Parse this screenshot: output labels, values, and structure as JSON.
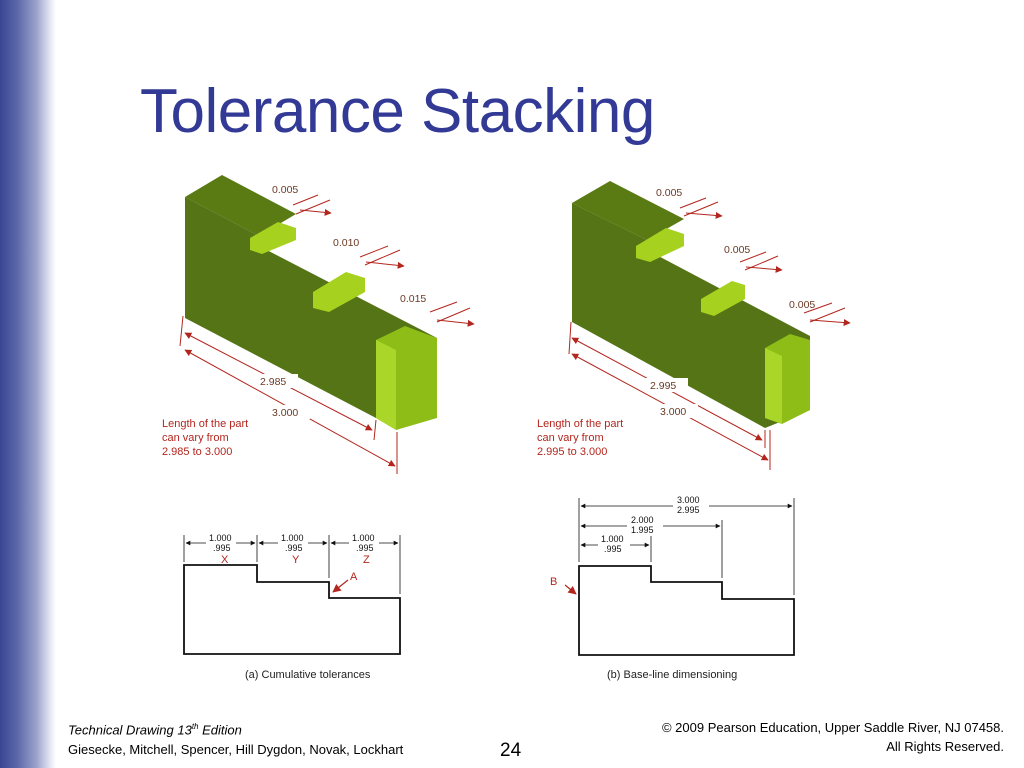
{
  "slide": {
    "title": "Tolerance Stacking"
  },
  "figure_a": {
    "tol_1": "0.005",
    "tol_2": "0.010",
    "tol_3": "0.015",
    "dim_min": "2.985",
    "dim_max": "3.000",
    "note_line1": "Length of the part",
    "note_line2": "can vary from",
    "note_line3": "2.985 to 3.000",
    "d1_top": "1.000",
    "d1_bot": ".995",
    "d1_letter": "X",
    "d2_top": "1.000",
    "d2_bot": ".995",
    "d2_letter": "Y",
    "d3_top": "1.000",
    "d3_bot": ".995",
    "d3_letter": "Z",
    "point_label": "A",
    "caption": "(a) Cumulative tolerances"
  },
  "figure_b": {
    "tol_1": "0.005",
    "tol_2": "0.005",
    "tol_3": "0.005",
    "dim_min": "2.995",
    "dim_max": "3.000",
    "note_line1": "Length of the part",
    "note_line2": "can vary from",
    "note_line3": "2.995 to 3.000",
    "d3_top": "3.000",
    "d3_bot": "2.995",
    "d2_top": "2.000",
    "d2_bot": "1.995",
    "d1_top": "1.000",
    "d1_bot": ".995",
    "point_label": "B",
    "caption": "(b) Base-line dimensioning"
  },
  "footer": {
    "book_title": "Technical Drawing  13",
    "book_sup": "th",
    "book_edition": " Edition",
    "authors": "Giesecke, Mitchell, Spencer, Hill Dygdon, Novak, Lockhart",
    "page_number": "24",
    "copyright": "© 2009 Pearson Education, Upper Saddle River, NJ 07458.",
    "rights": "All Rights Reserved."
  },
  "colors": {
    "title": "#323a96",
    "part_dark": "#4f6d10",
    "part_light": "#98c21a",
    "dimension_red": "#b3261e"
  }
}
